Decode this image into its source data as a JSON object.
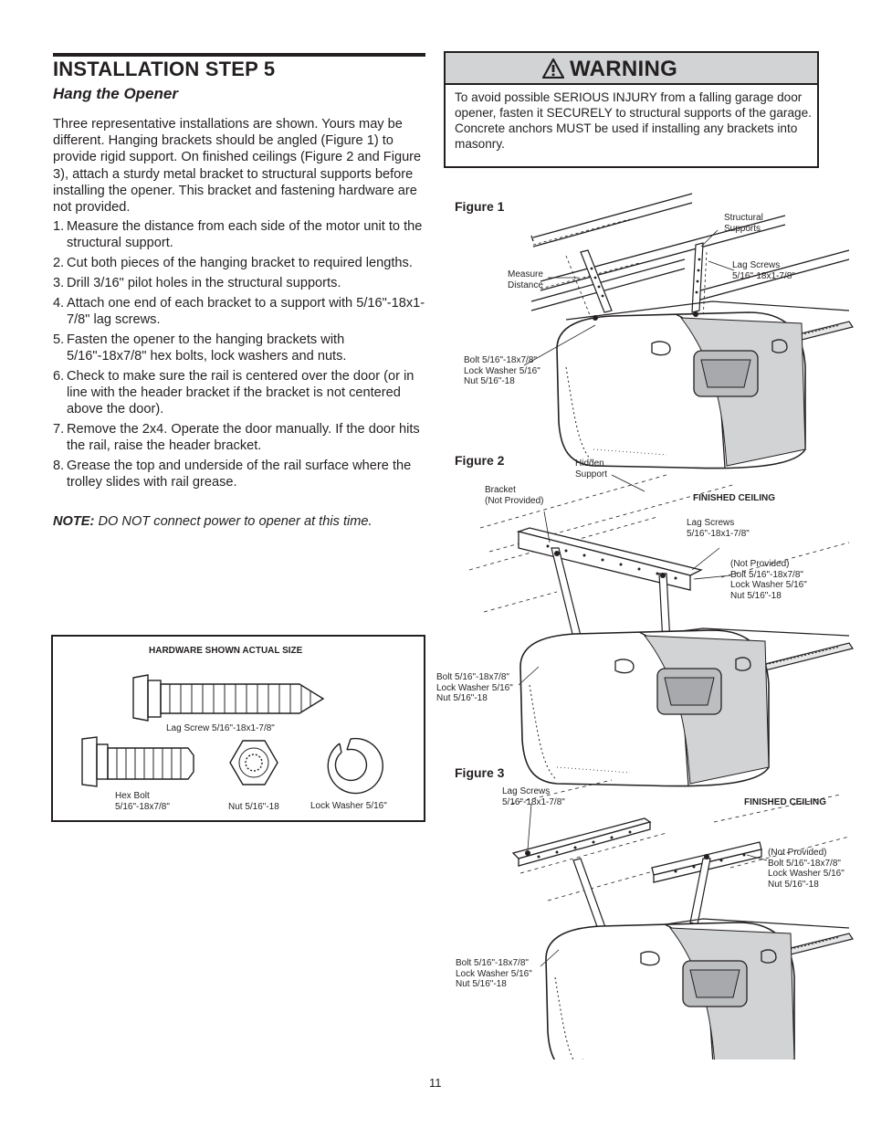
{
  "header": {
    "title": "INSTALLATION STEP 5",
    "subtitle": "Hang the Opener"
  },
  "intro": "Three representative installations are shown. Yours may be different. Hanging brackets should be angled (Figure 1) to provide rigid support. On finished ceilings (Figure 2 and Figure 3), attach a sturdy metal bracket to structural supports before installing the opener. This bracket and fastening hardware are not provided.",
  "steps": [
    {
      "num": "1.",
      "text": "Measure the distance from each side of the motor unit to the structural support."
    },
    {
      "num": "2.",
      "text": "Cut both pieces of the hanging bracket to required lengths."
    },
    {
      "num": "3.",
      "text": "Drill 3/16\" pilot holes in the structural supports."
    },
    {
      "num": "4.",
      "text": "Attach one end of each bracket to a support with 5/16\"-18x1-7/8\" lag screws."
    },
    {
      "num": "5.",
      "text": "Fasten the opener to the hanging brackets with 5/16\"-18x7/8\" hex bolts, lock washers and nuts."
    },
    {
      "num": "6.",
      "text": "Check to make sure the rail is centered over the door (or in line with the header bracket if the bracket is not centered above the door)."
    },
    {
      "num": "7.",
      "text": "Remove the 2x4. Operate the door manually. If the door hits the rail, raise the header bracket."
    },
    {
      "num": "8.",
      "text": "Grease the top and underside of the rail surface where the trolley slides with rail grease."
    }
  ],
  "note": {
    "label": "NOTE:",
    "text": " DO NOT connect power to opener at this time."
  },
  "hardware": {
    "title": "HARDWARE SHOWN ACTUAL SIZE",
    "lag_screw": "Lag Screw 5/16\"-18x1-7/8\"",
    "hex_bolt": "Hex Bolt\n5/16\"-18x7/8\"",
    "nut": "Nut 5/16\"-18",
    "lock_washer": "Lock Washer 5/16\""
  },
  "warning": {
    "title": "WARNING",
    "text": "To avoid possible SERIOUS INJURY from a falling garage door opener, fasten it SECURELY to structural supports of the garage. Concrete anchors MUST be used if installing any brackets into masonry."
  },
  "figure1": {
    "label": "Figure 1",
    "structural": "Structural\nSupports",
    "lag": "Lag Screws\n5/16\"-18x1-7/8\"",
    "measure": "Measure\nDistance",
    "bolt": "Bolt 5/16\"-18x7/8\"\nLock Washer 5/16\"\nNut 5/16\"-18"
  },
  "figure2": {
    "label": "Figure 2",
    "hidden": "Hidden\nSupport",
    "bracket": "Bracket\n(Not Provided)",
    "ceiling": "FINISHED CEILING",
    "lag": "Lag Screws\n5/16\"-18x1-7/8\"",
    "not_provided": "(Not Provided)\nBolt 5/16\"-18x7/8\"\nLock Washer 5/16\"\nNut 5/16\"-18",
    "bolt": "Bolt 5/16\"-18x7/8\"\nLock Washer 5/16\"\nNut 5/16\"-18"
  },
  "figure3": {
    "label": "Figure 3",
    "lag": "Lag Screws\n5/16\"-18x1-7/8\"",
    "ceiling": "FINISHED CEILING",
    "not_provided": "(Not Provided)\nBolt 5/16\"-18x7/8\"\nLock Washer 5/16\"\nNut 5/16\"-18",
    "bolt": "Bolt 5/16\"-18x7/8\"\nLock Washer 5/16\"\nNut 5/16\"-18"
  },
  "page_number": "11"
}
